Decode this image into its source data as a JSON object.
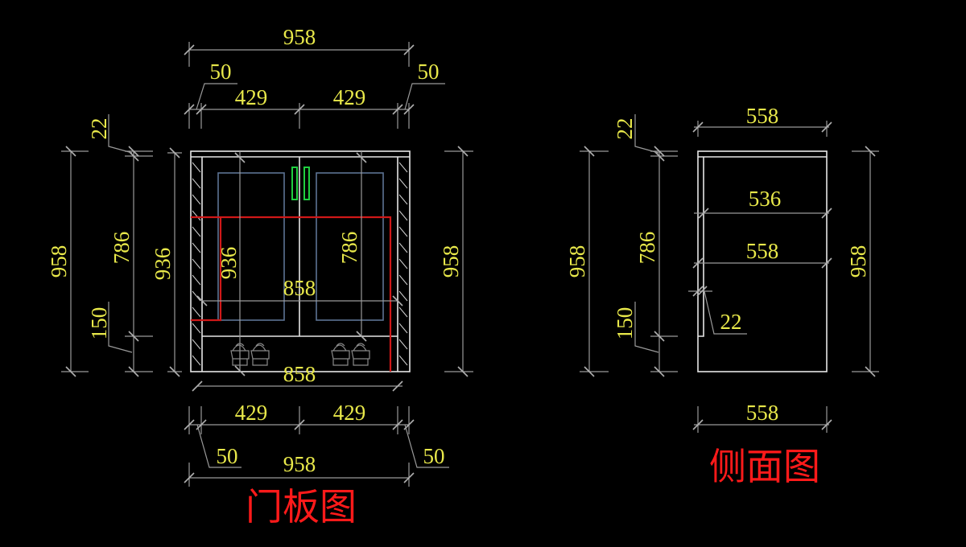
{
  "front_view": {
    "title": "门板图",
    "top": {
      "overall_width": "958",
      "left_side": "50",
      "right_side": "50",
      "door_left": "429",
      "door_right": "429"
    },
    "bottom": {
      "inner_width": "858",
      "door_left": "429",
      "door_right": "429",
      "left_side": "50",
      "right_side": "50",
      "overall_width": "958"
    },
    "left": {
      "overall_height": "958",
      "top_panel": "22",
      "door_height": "786",
      "plinth": "150",
      "side_height": "936"
    },
    "right": {
      "overall_height": "958"
    },
    "inner": {
      "height_left": "936",
      "height_right": "786",
      "shelf_width": "858",
      "bottom_width": "858"
    }
  },
  "side_view": {
    "title": "侧面图",
    "top_depth": "558",
    "shelf_depth": "536",
    "inner_depth": "558",
    "bottom_depth": "558",
    "door_thickness": "22",
    "left": {
      "overall_height": "958",
      "top_panel": "22",
      "door_height": "786",
      "plinth": "150"
    },
    "right": {
      "overall_height": "958"
    }
  },
  "colors": {
    "background": "#000000",
    "dimension_text": "#e8e84a",
    "title_text": "#ff1a1a",
    "panel_outline": "#e6e6e6",
    "hidden_line": "#d01818",
    "door_frame": "#5c7394",
    "handle": "#20d040"
  }
}
